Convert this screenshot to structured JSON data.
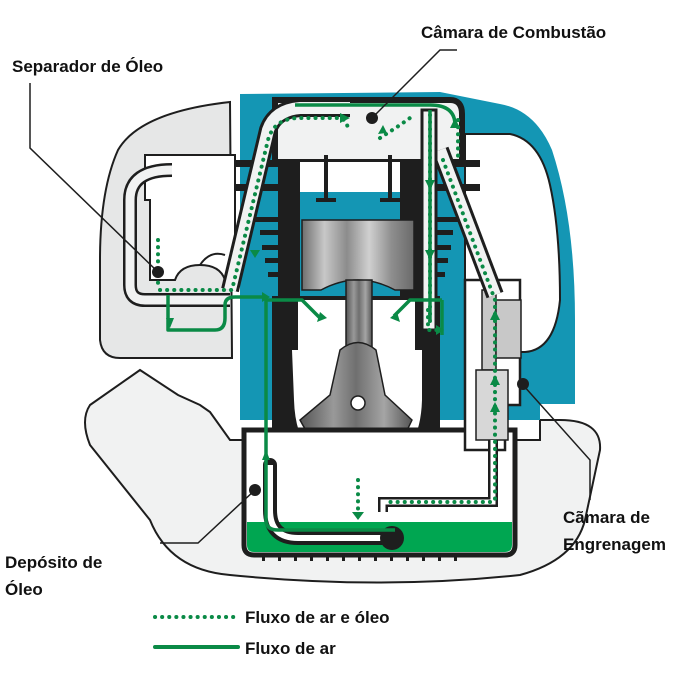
{
  "diagram": {
    "title": "Fluxo de ar e óleo no motor (lubrificação)",
    "colors": {
      "engine_blue": "#1496b4",
      "housing_gray": "#e6e7e7",
      "light_gray": "#f1f2f2",
      "outline": "#1e1e1e",
      "flow_green": "#0a8a46",
      "oil_green": "#00a651",
      "metal_gray": "#8a8a8a"
    },
    "labels": {
      "oil_separator": "Separador de Óleo",
      "combustion_chamber": "Câmara de Combustão",
      "oil_reservoir_line1": "Depósito de",
      "oil_reservoir_line2": "Óleo",
      "gear_chamber_line1": "Cãmara de",
      "gear_chamber_line2": "Engrenagem"
    },
    "legend": {
      "items": [
        {
          "style": "dotted",
          "label": "Fluxo de ar e óleo"
        },
        {
          "style": "solid",
          "label": "Fluxo de ar"
        }
      ]
    }
  }
}
